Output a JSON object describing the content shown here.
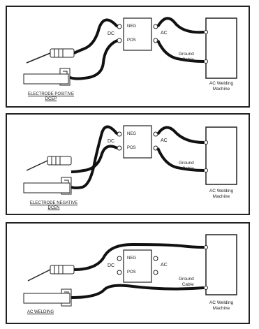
{
  "panels": [
    {
      "caption": "ELECTRODE POSITIVE\nDCEP",
      "dc_label": "DC",
      "ac_label": "AC",
      "neg_label": "NEG",
      "pos_label": "POS",
      "ground_label": "Ground\nCable",
      "machine_label": "AC Welding\nMachine"
    },
    {
      "caption": "ELECTRODE NEGATIVE\nDCEN",
      "dc_label": "DC",
      "ac_label": "AC",
      "neg_label": "NEG",
      "pos_label": "POS",
      "ground_label": "Ground\nCable",
      "machine_label": "AC Welding\nMachine"
    },
    {
      "caption": "AC WELDING",
      "dc_label": "DC",
      "ac_label": "AC",
      "neg_label": "NEG",
      "pos_label": "POS",
      "ground_label": "Ground\nCable",
      "machine_label": "AC Welding\nMachine"
    }
  ]
}
